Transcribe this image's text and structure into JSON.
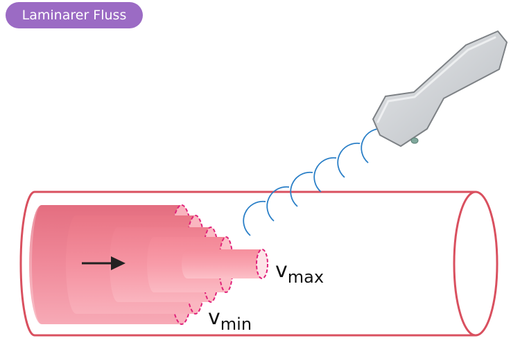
{
  "header": {
    "badge_label": "Laminarer Fluss",
    "badge_color": "#9b6bc4"
  },
  "labels": {
    "v_max_main": "v",
    "v_max_sub": "max",
    "v_min_main": "v",
    "v_min_sub": "min"
  },
  "colors": {
    "vessel_wall": "#d9505f",
    "flow_layer_outer": "#d96a7c",
    "flow_layer_inner": "#f59aaa",
    "velocity_outline": "#e0217a",
    "ultrasound_wave": "#2a7fc7",
    "probe_body": "#cfd2d6",
    "probe_outline": "#7d8185",
    "arrow": "#222222"
  },
  "icons": {
    "flow_direction": "arrow-right-icon",
    "probe": "ultrasound-probe-icon"
  },
  "flow_layers_count": 5,
  "ultrasound_waves_count": 6
}
